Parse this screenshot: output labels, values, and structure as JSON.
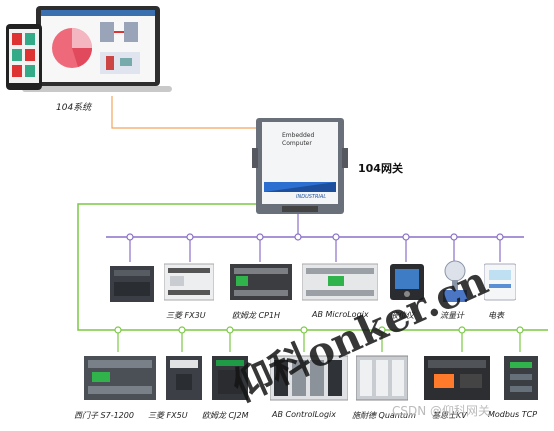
{
  "system": {
    "label": "104系统"
  },
  "gateway": {
    "label": "104网关",
    "device_text_line1": "Embedded",
    "device_text_line2": "Computer",
    "device_brand": "INDUSTRIAL"
  },
  "upper_devices": [
    {
      "label": ""
    },
    {
      "label": "三菱 FX3U"
    },
    {
      "label": "欧姆龙 CP1H"
    },
    {
      "label": "AB MicroLogix"
    },
    {
      "label": "液位仪"
    },
    {
      "label": "流量计"
    },
    {
      "label": "电表"
    }
  ],
  "lower_devices": [
    {
      "label": "西门子 S7-1200"
    },
    {
      "label": "三菱 FX5U"
    },
    {
      "label": "欧姆龙 CJ2M"
    },
    {
      "label": "AB ControlLogix"
    },
    {
      "label": "施耐德 Quantum"
    },
    {
      "label": "基恩士KV"
    },
    {
      "label": "Modbus TCP"
    }
  ],
  "watermark": {
    "text": "仰科onker.cn"
  },
  "credit": {
    "text": "CSDN @仰科网关"
  },
  "colors": {
    "green_bus": "#7ac943",
    "purple_bus": "#8a70c8",
    "orange_link": "#f3a55a"
  }
}
